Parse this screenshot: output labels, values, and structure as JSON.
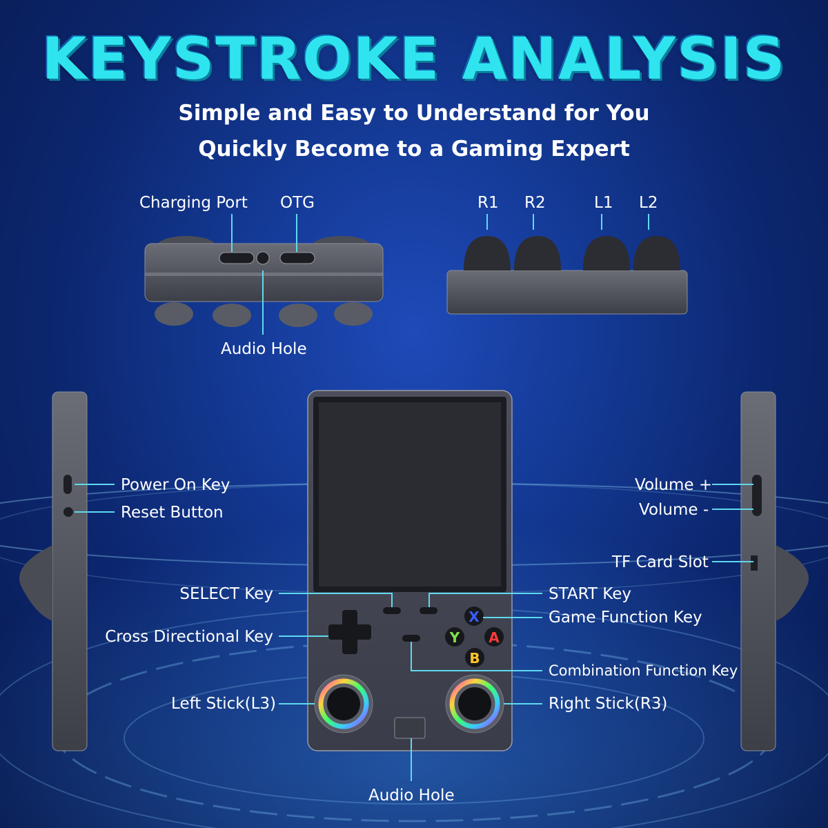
{
  "header": {
    "title": "KEYSTROKE  ANALYSIS",
    "subtitle_line1": "Simple and Easy to Understand  for You",
    "subtitle_line2": "Quickly Become to  a Gaming Expert"
  },
  "top_view": {
    "charging_port": "Charging Port",
    "otg": "OTG",
    "audio_hole": "Audio Hole"
  },
  "shoulder_view": {
    "r1": "R1",
    "r2": "R2",
    "l1": "L1",
    "l2": "L2"
  },
  "left_side": {
    "power_key": "Power On Key",
    "reset_button": "Reset Button"
  },
  "right_side": {
    "volume_up": "Volume +",
    "volume_down": "Volume -",
    "tf_card_slot": "TF Card Slot"
  },
  "front_view": {
    "select_key": "SELECT Key",
    "cross_key": "Cross Directional Key",
    "left_stick": "Left Stick(L3)",
    "start_key": "START Key",
    "game_function_key": "Game Function Key",
    "combination_key": "Combination Function Key",
    "right_stick": "Right Stick(R3)",
    "audio_hole": "Audio Hole",
    "btn_x": "X",
    "btn_y": "Y",
    "btn_a": "A",
    "btn_b": "B"
  },
  "colors": {
    "title_cyan": "#2fe4ee",
    "leader_line": "#5fd9f0",
    "btn_x": "#3b5cff",
    "btn_y": "#7ee24a",
    "btn_a": "#ff3b3b",
    "btn_b": "#ffc22e"
  }
}
